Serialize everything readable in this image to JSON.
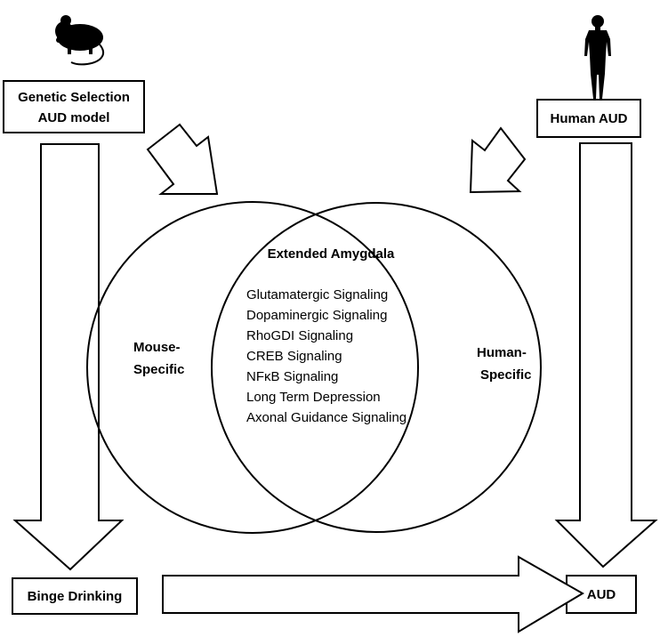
{
  "icons": {
    "left": "mouse-icon",
    "right": "human-silhouette-icon"
  },
  "boxes": {
    "genetic_selection": [
      "Genetic Selection",
      "AUD model"
    ],
    "human_aud": "Human AUD",
    "binge_drinking": "Binge Drinking",
    "aud": "AUD"
  },
  "venn": {
    "overlap_title": "Extended Amygdala",
    "left_label": [
      "Mouse-",
      "Specific"
    ],
    "right_label": [
      "Human-",
      "Specific"
    ],
    "pathways": [
      "Glutamatergic Signaling",
      "Dopaminergic Signaling",
      "RhoGDI Signaling",
      "CREB Signaling",
      "NFκB Signaling",
      "Long Term Depression",
      "Axonal Guidance Signaling"
    ]
  }
}
